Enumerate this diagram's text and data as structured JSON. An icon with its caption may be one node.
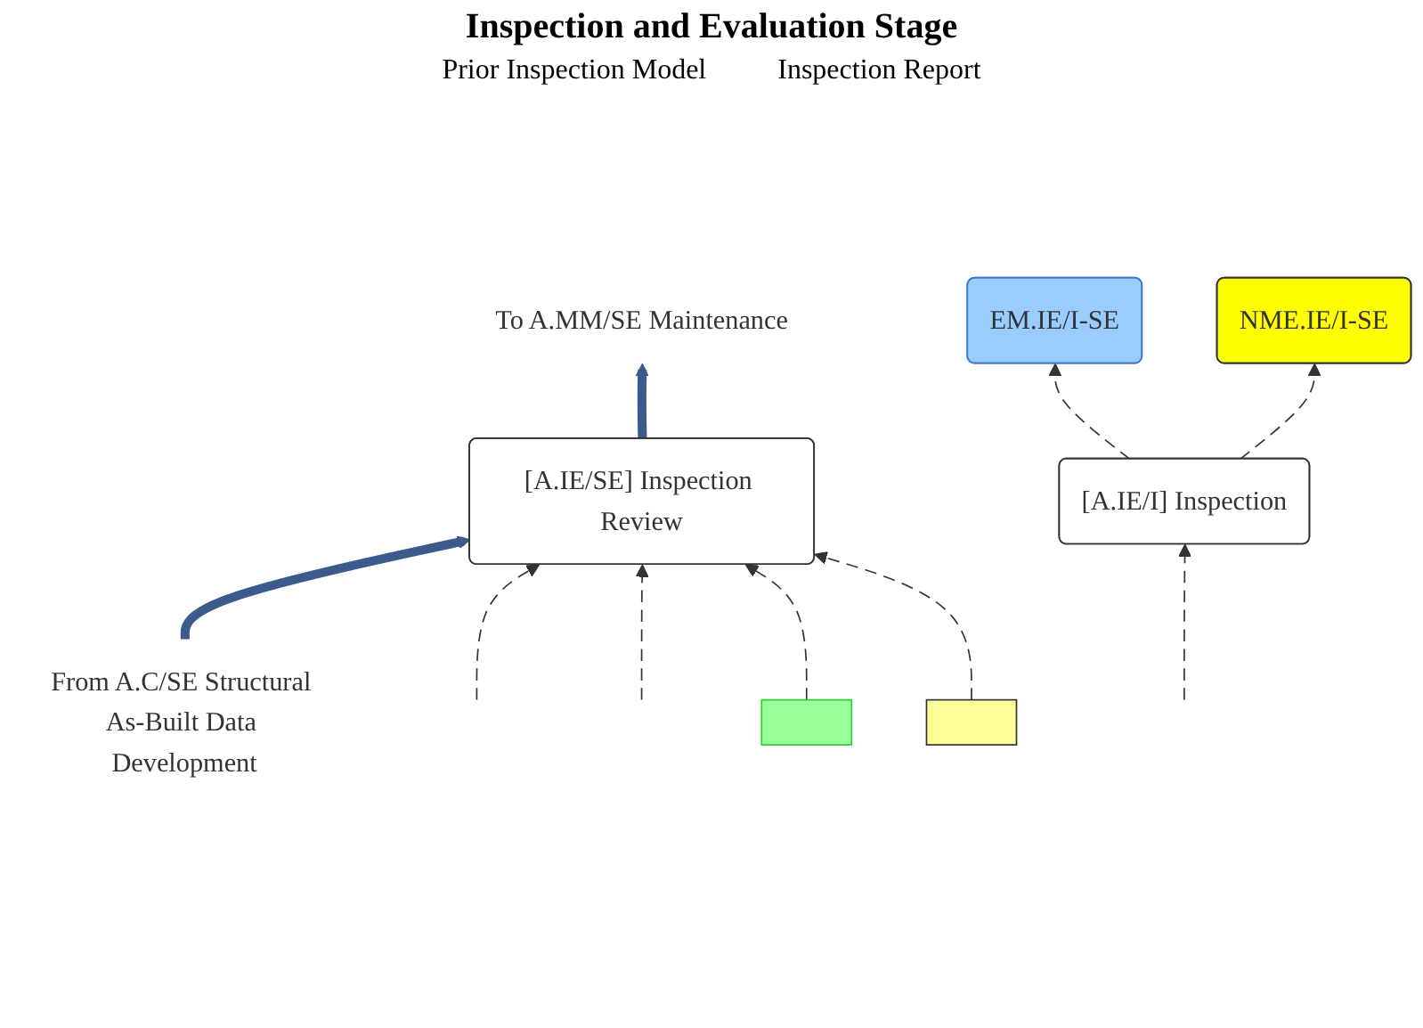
{
  "diagram": {
    "title": "Inspection and Evaluation Stage",
    "nodes": [
      {
        "text": [
          "[A.IE/SE] Inspection Review"
        ]
      },
      {
        "text": [
          "From A.C/SE Structural As-Built Data Development"
        ]
      },
      {
        "text": [
          "To A.MM/SE Maintenance"
        ]
      },
      {
        "text": [],
        "shape": "box"
      },
      {
        "text": [
          "EM.IE/I-SE"
        ]
      },
      {
        "text": [],
        "shape": "box"
      },
      {
        "text": [
          "NME.IE/I-SE"
        ]
      },
      {
        "text": [
          "[A.IE/I] Inspection"
        ]
      }
    ],
    "edges": [
      {
        "from": 1,
        "to": 0,
        "arrow": "to",
        "style": "thick",
        "color": "#3b5b8c"
      },
      {
        "from": 0,
        "to": 2,
        "arrow": "to",
        "style": "thick",
        "color": "#3b5b8c"
      },
      {
        "from": null,
        "to": 0,
        "arrow": "to",
        "style": "dashed"
      },
      {
        "from": null,
        "to": 0,
        "arrow": "to",
        "style": "dashed"
      },
      {
        "from": 3,
        "to": 0,
        "arrow": "to",
        "style": "dashed"
      },
      {
        "from": 5,
        "to": 0,
        "arrow": "to",
        "style": "dashed"
      },
      {
        "from": 7,
        "to": 4,
        "arrow": "to",
        "style": "dashed"
      },
      {
        "from": 7,
        "to": 6,
        "arrow": "to",
        "style": "dashed"
      },
      {
        "from": null,
        "to": 7,
        "arrow": "to",
        "style": "dashed"
      }
    ],
    "labels": [
      "Prior Inspection Model",
      "Inspection Report"
    ]
  }
}
